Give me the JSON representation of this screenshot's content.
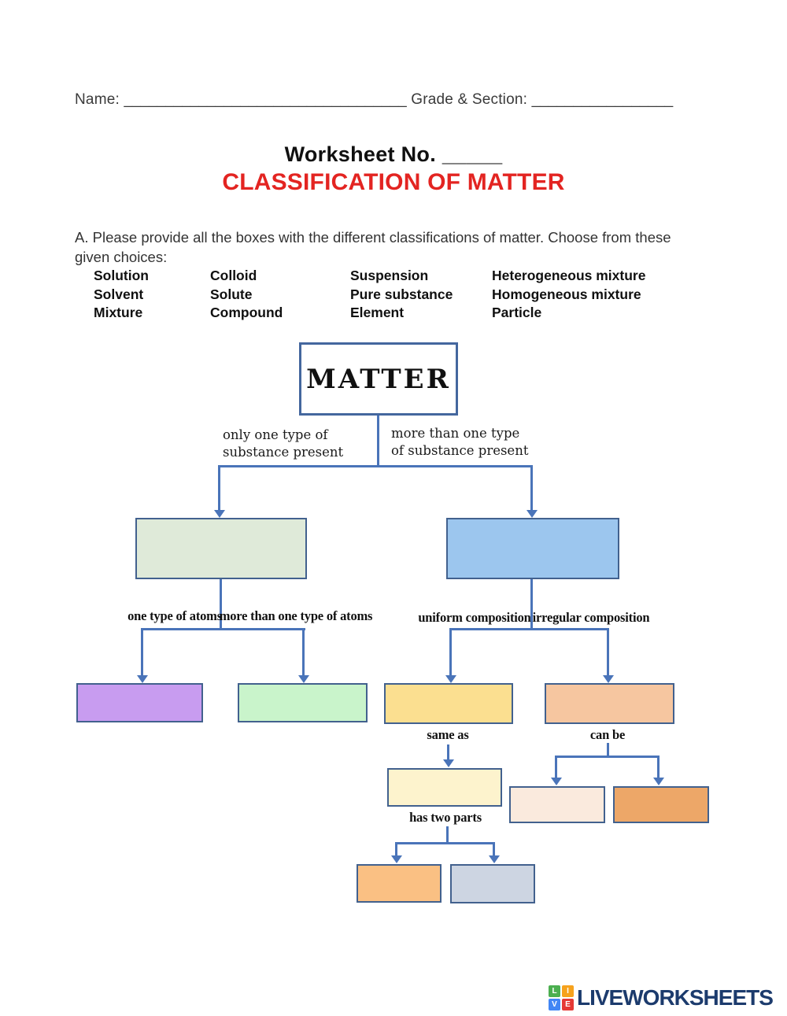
{
  "header": {
    "name_label": "Name:",
    "name_line": "__________________________________",
    "grade_label": "Grade & Section:",
    "grade_line": "_________________"
  },
  "title": {
    "worksheet_no": "Worksheet No.",
    "worksheet_no_line": "_____",
    "main_title": "CLASSIFICATION OF MATTER",
    "main_title_color": "#e32421"
  },
  "instructions": "A. Please provide all the boxes with the different classifications of matter.  Choose from these given choices:",
  "word_bank": {
    "columns": [
      [
        "Solution",
        "Solvent",
        "Mixture"
      ],
      [
        "Colloid",
        "Solute",
        "Compound"
      ],
      [
        "Suspension",
        "Pure substance",
        "Element"
      ],
      [
        "Heterogeneous mixture",
        "Homogeneous mixture",
        "Particle"
      ]
    ]
  },
  "flowchart": {
    "root_label": "MATTER",
    "line_color": "#4a74b9",
    "labels": {
      "left_branch": "only one type of\nsubstance present",
      "right_branch": "more than one type\nof substance present",
      "one_type_atoms": "one type of atoms",
      "more_types_atoms": "more than one type of atoms",
      "uniform_composition": "uniform composition",
      "irregular_composition": "irregular composition",
      "same_as": "same as",
      "can_be": "can be",
      "has_two_parts": "has two parts"
    },
    "boxes": {
      "row2_left": {
        "color": "#dfead9"
      },
      "row2_right": {
        "color": "#9cc6ee"
      },
      "row3_a": {
        "color": "#c89cf0"
      },
      "row3_b": {
        "color": "#c9f4cb"
      },
      "row3_c": {
        "color": "#fbdf90"
      },
      "row3_d": {
        "color": "#f6c6a0"
      },
      "row4_a": {
        "color": "#fdf3cd"
      },
      "row4_b": {
        "color": "#faeadd"
      },
      "row4_c": {
        "color": "#eda768"
      },
      "row5_a": {
        "color": "#fac083"
      },
      "row5_b": {
        "color": "#cdd5e2"
      }
    }
  },
  "footer": {
    "logo_text": "LIVEWORKSHEETS",
    "logo_color": "#1c3b6d",
    "tiles": [
      {
        "letter": "L",
        "color": "#4caf50"
      },
      {
        "letter": "I",
        "color": "#f6a21d"
      },
      {
        "letter": "V",
        "color": "#4286f5"
      },
      {
        "letter": "E",
        "color": "#e53935"
      }
    ]
  }
}
